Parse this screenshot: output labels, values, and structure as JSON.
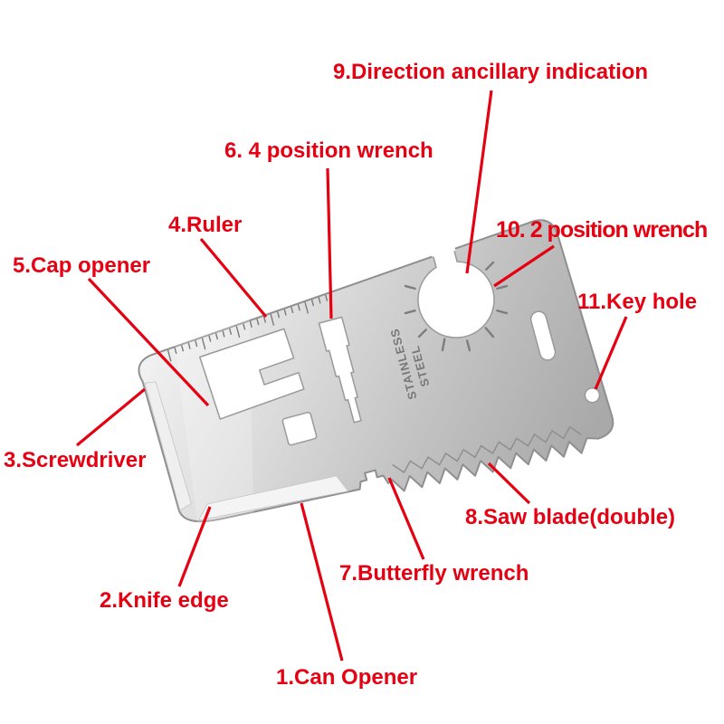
{
  "colors": {
    "label-red": "#e50012",
    "bg": "#ffffff",
    "steel-light": "#f5f5f5",
    "steel-dark": "#a9a9a9",
    "outline-gray": "#8f8f8f"
  },
  "tool": {
    "engraving_line1": "STAINLESS",
    "engraving_line2": "STEEL"
  },
  "labels": [
    {
      "id": 1,
      "text": "1.Can Opener"
    },
    {
      "id": 2,
      "text": "2.Knife edge"
    },
    {
      "id": 3,
      "text": "3.Screwdriver"
    },
    {
      "id": 4,
      "text": "4.Ruler"
    },
    {
      "id": 5,
      "text": "5.Cap opener"
    },
    {
      "id": 6,
      "text": "6. 4 position wrench"
    },
    {
      "id": 7,
      "text": "7.Butterfly wrench"
    },
    {
      "id": 8,
      "text": "8.Saw blade(double)"
    },
    {
      "id": 9,
      "text": "9.Direction ancillary indication"
    },
    {
      "id": 10,
      "text": "10.  2 position wrench"
    },
    {
      "id": 11,
      "text": "11.Key hole"
    }
  ]
}
